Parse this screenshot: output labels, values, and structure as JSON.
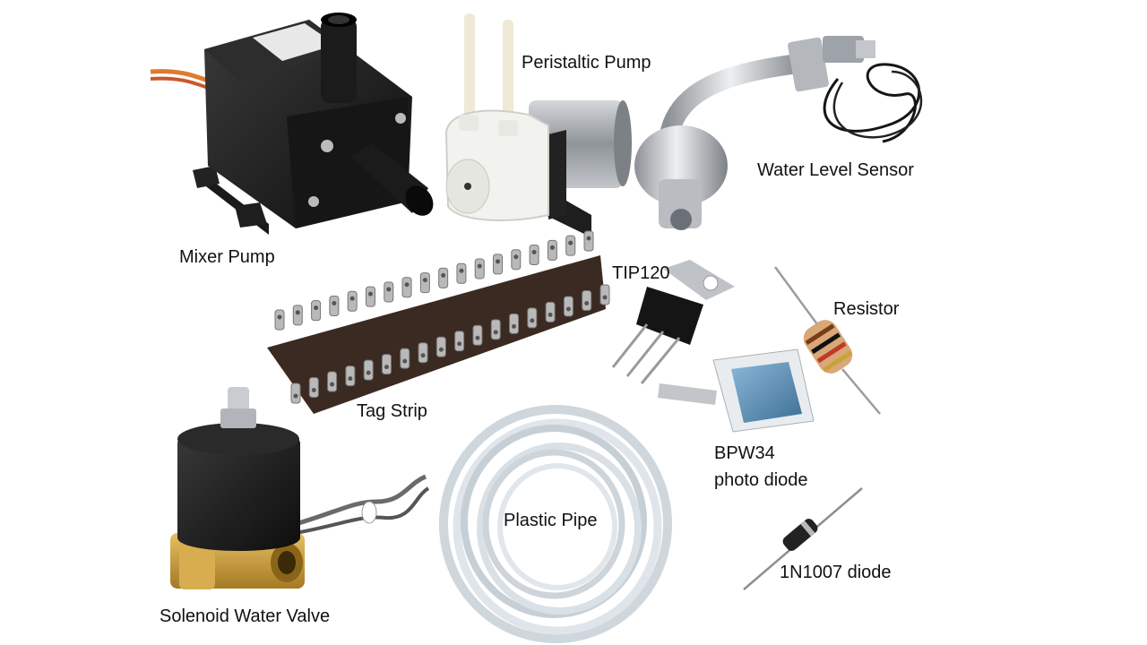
{
  "labels": {
    "mixer_pump": "Mixer Pump",
    "peristaltic_pump": "Peristaltic Pump",
    "water_level_sensor": "Water Level Sensor",
    "tip120": "TIP120",
    "resistor": "Resistor",
    "tag_strip": "Tag Strip",
    "bpw34_line1": "BPW34",
    "bpw34_line2": "photo diode",
    "solenoid_valve": "Solenoid Water Valve",
    "plastic_pipe": "Plastic Pipe",
    "diode_1n1007": "1N1007 diode"
  },
  "colors": {
    "background": "#ffffff",
    "pump_body": "#1c1c1c",
    "peristaltic_white": "#f2f2ee",
    "motor_metal": "#a8acb2",
    "steel": "#c9ccd1",
    "brass": "#c99a3a",
    "tag_board": "#3b2a22",
    "tin": "#b9b9b9",
    "photodiode_blue": "#5a8fb8",
    "wire_orange": "#e07a2f",
    "wire_black": "#1a1a1a",
    "pipe_clear": "#cfd6dc"
  }
}
